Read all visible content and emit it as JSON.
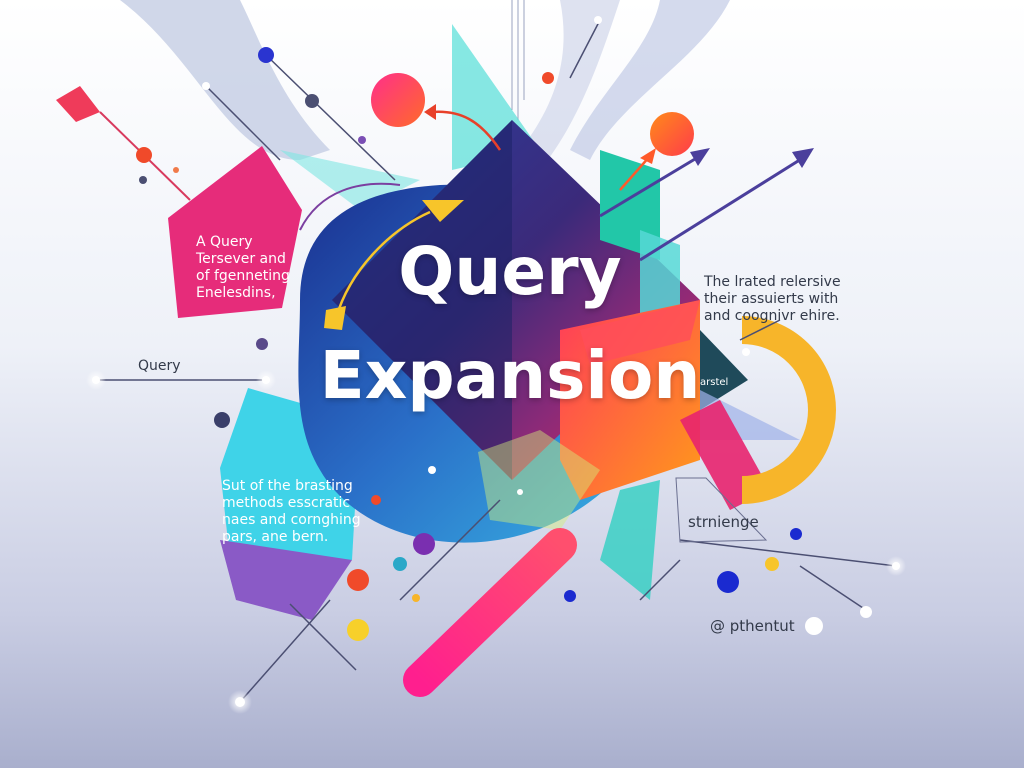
{
  "title": {
    "line1": "Query",
    "line2": "Expansion"
  },
  "labels": {
    "pink_box": [
      "A Query",
      "Tersever and",
      "of fgenneting",
      "Enelesdins,"
    ],
    "cyan_box": [
      "Sut of the brasting",
      "methods esscratic",
      "naes and cornghing",
      "pars, ane bern."
    ],
    "right_text": [
      "The lrated relersive",
      "their assuierts with",
      "and coognivr ehire."
    ],
    "query_label": "Query",
    "small_box_label": "arstel",
    "strnienge": "strnienge",
    "footer": "@ pthentut"
  },
  "colors": {
    "pink": "#e8246e",
    "magenta": "#d9327c",
    "cyan": "#42d6e6",
    "teal": "#2ac6b8",
    "navy": "#1e2a6b",
    "purple": "#7b4fb5",
    "orange": "#ff7a1a",
    "yellow": "#f7b52a",
    "blue": "#2940d8"
  },
  "icons": {
    "arc": "yellow-ring-icon",
    "arrows": "arrow-icon"
  }
}
